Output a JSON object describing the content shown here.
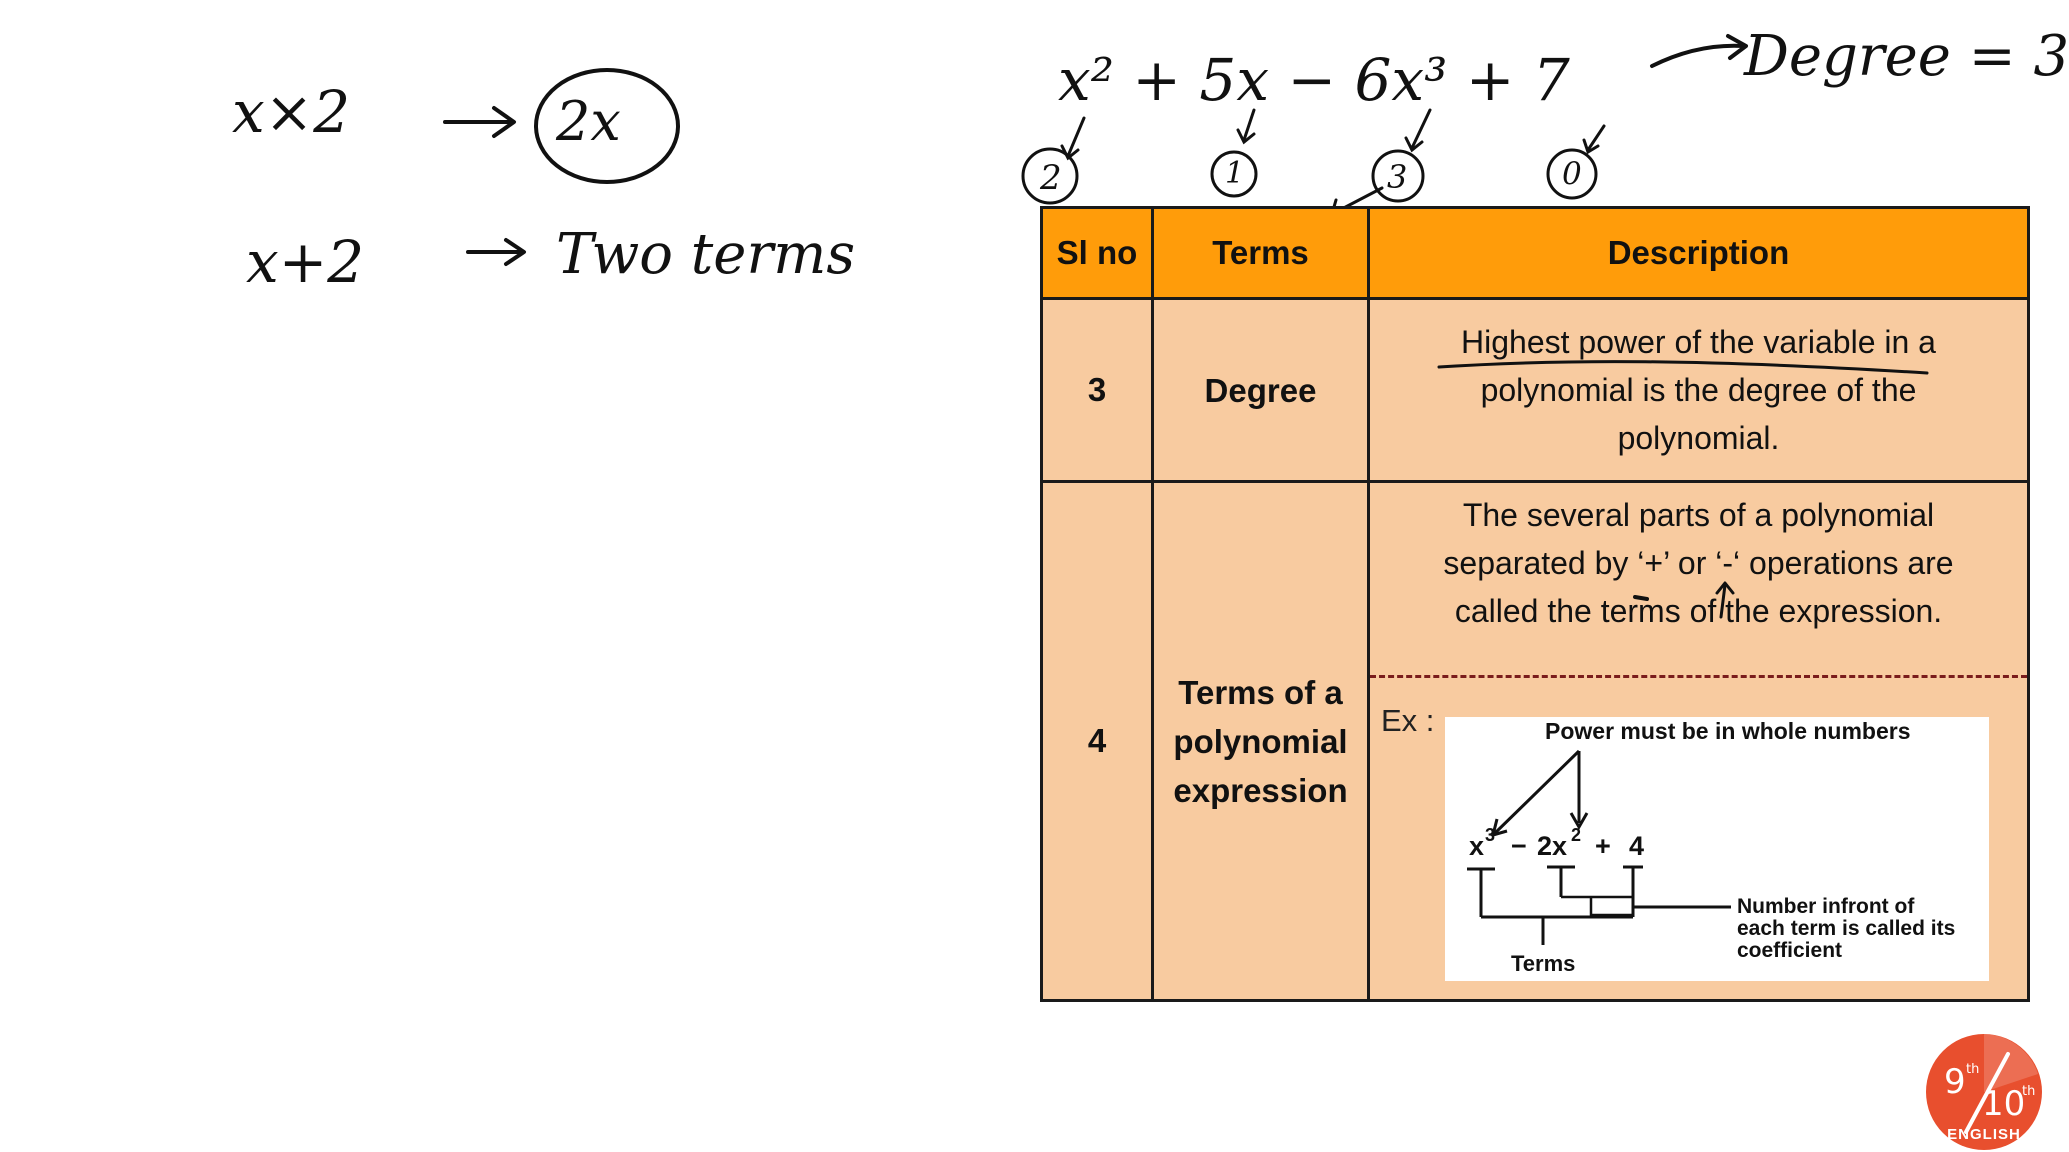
{
  "handwriting": {
    "left": {
      "line1_expression": "x×2",
      "line1_result": "2x",
      "line2_expression": "x+2",
      "line2_result": "Two terms"
    },
    "top": {
      "polynomial": "x² + 5x − 6x³ + 7",
      "degree_note": "Degree = 3",
      "term_degrees": [
        "2",
        "1",
        "3",
        "0"
      ]
    }
  },
  "table": {
    "headers": [
      "Sl no",
      "Terms",
      "Description"
    ],
    "rows": [
      {
        "sl_no": "3",
        "term": "Degree",
        "description": [
          "Highest power of the variable in a",
          "polynomial is the degree of the",
          "polynomial."
        ]
      },
      {
        "sl_no": "4",
        "term": [
          "Terms of a",
          "polynomial",
          "expression"
        ],
        "description": [
          "The several parts of a polynomial",
          "separated by ‘+’ or ‘-‘ operations are",
          "called the terms of the expression."
        ]
      }
    ],
    "example": {
      "label": "Ex :",
      "power_note": "Power must be in whole numbers",
      "expression": {
        "t1_base": "x",
        "t1_exp": "3",
        "op1": "−",
        "t2_base": "2x",
        "t2_exp": "2",
        "op2": "+",
        "t3": "4"
      },
      "terms_label": "Terms",
      "coefficient_note": [
        "Number infront of",
        "each term is called its",
        "coefficient"
      ]
    }
  },
  "logo": {
    "nine": "9",
    "th1": "th",
    "ten": "10",
    "th2": "th",
    "word": "ENGLISH"
  },
  "colors": {
    "header_band": "#ff9c0a",
    "row_fill": "#f8cba0",
    "logo_red": "#e84f2e",
    "dashed_line": "#7a1c1c"
  }
}
